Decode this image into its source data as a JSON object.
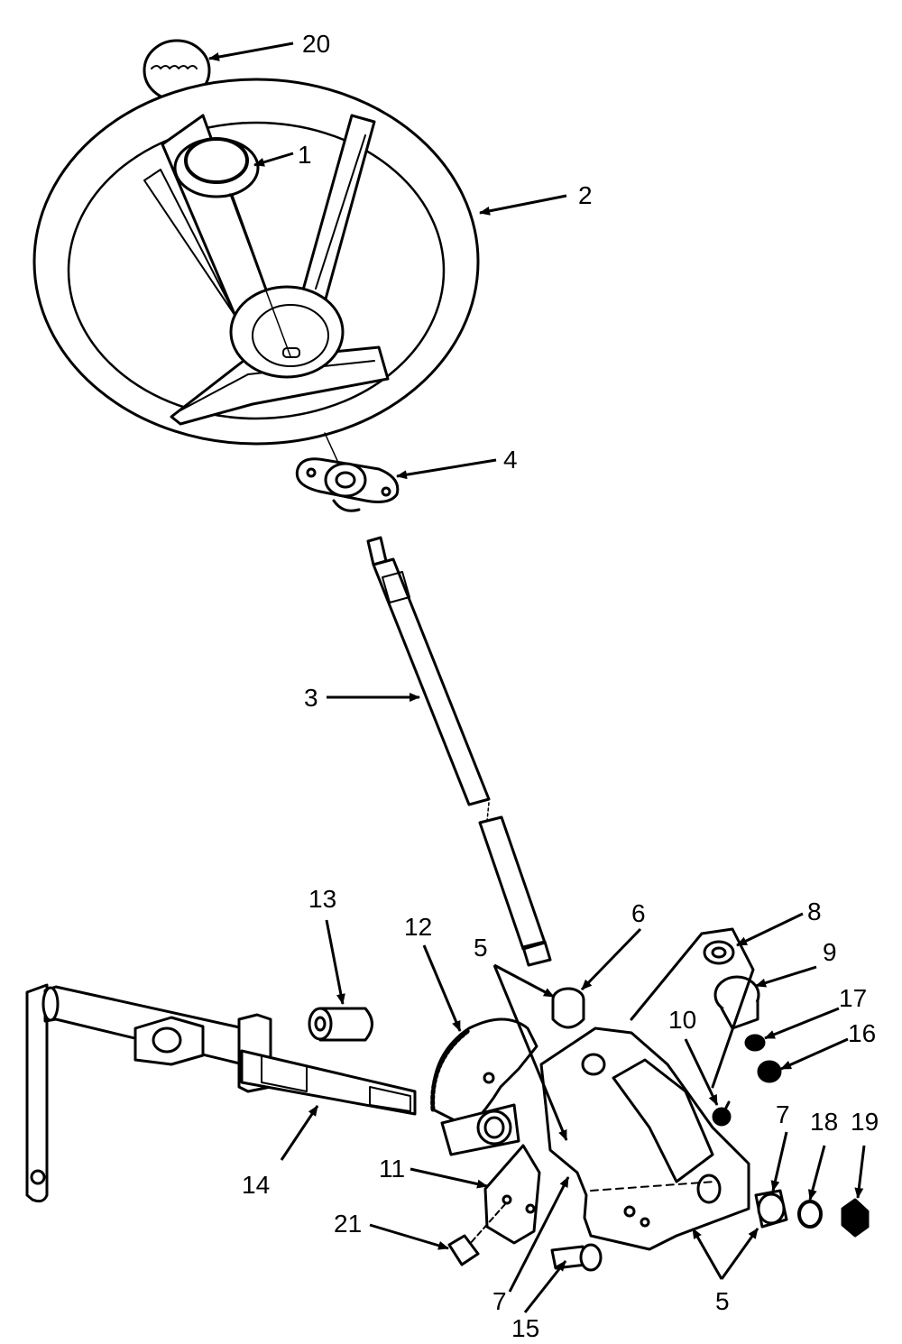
{
  "diagram": {
    "colors": {
      "ink": "#000000",
      "paper": "#ffffff"
    },
    "callouts": [
      {
        "id": "c20",
        "text": "20"
      },
      {
        "id": "c1",
        "text": "1"
      },
      {
        "id": "c2",
        "text": "2"
      },
      {
        "id": "c4",
        "text": "4"
      },
      {
        "id": "c3",
        "text": "3"
      },
      {
        "id": "c6",
        "text": "6"
      },
      {
        "id": "c8",
        "text": "8"
      },
      {
        "id": "c5a",
        "text": "5"
      },
      {
        "id": "c9",
        "text": "9"
      },
      {
        "id": "c13",
        "text": "13"
      },
      {
        "id": "c12",
        "text": "12"
      },
      {
        "id": "c10",
        "text": "10"
      },
      {
        "id": "c17",
        "text": "17"
      },
      {
        "id": "c16",
        "text": "16"
      },
      {
        "id": "c7a",
        "text": "7"
      },
      {
        "id": "c18",
        "text": "18"
      },
      {
        "id": "c19",
        "text": "19"
      },
      {
        "id": "c11",
        "text": "11"
      },
      {
        "id": "c14",
        "text": "14"
      },
      {
        "id": "c21",
        "text": "21"
      },
      {
        "id": "c7b",
        "text": "7"
      },
      {
        "id": "c15",
        "text": "15"
      },
      {
        "id": "c5b",
        "text": "5"
      }
    ]
  }
}
